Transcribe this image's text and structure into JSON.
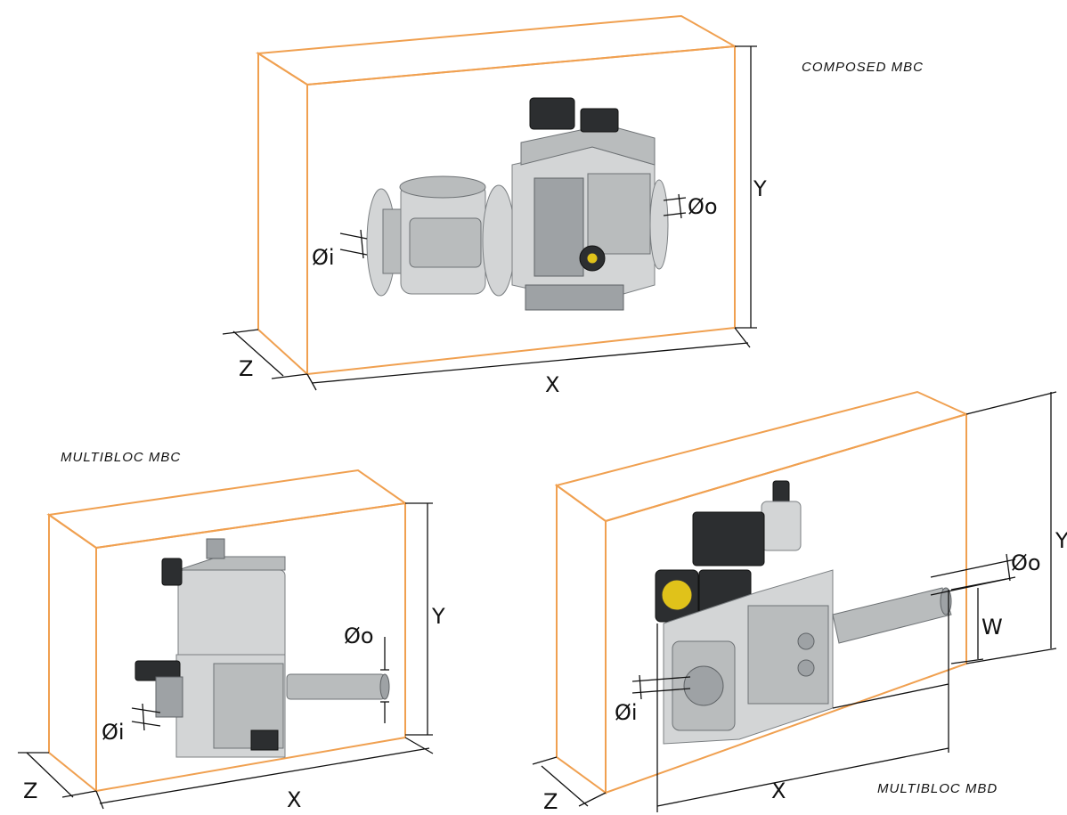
{
  "captions": {
    "composed": "COMPOSED MBC",
    "multibloc_mbc": "MULTIBLOC MBC",
    "multibloc_mbd": "MULTIBLOC MBD"
  },
  "dimension_labels": {
    "x": "X",
    "y": "Y",
    "z": "Z",
    "w": "W",
    "inlet": "Øi",
    "outlet": "Øo"
  },
  "colors": {
    "envelope_box": "#f0a050",
    "dimension_lines": "#111111",
    "valve_metal": "#b9bcbd",
    "coil_dark": "#2c2e30",
    "pressure_switch": "#e0c21a"
  }
}
